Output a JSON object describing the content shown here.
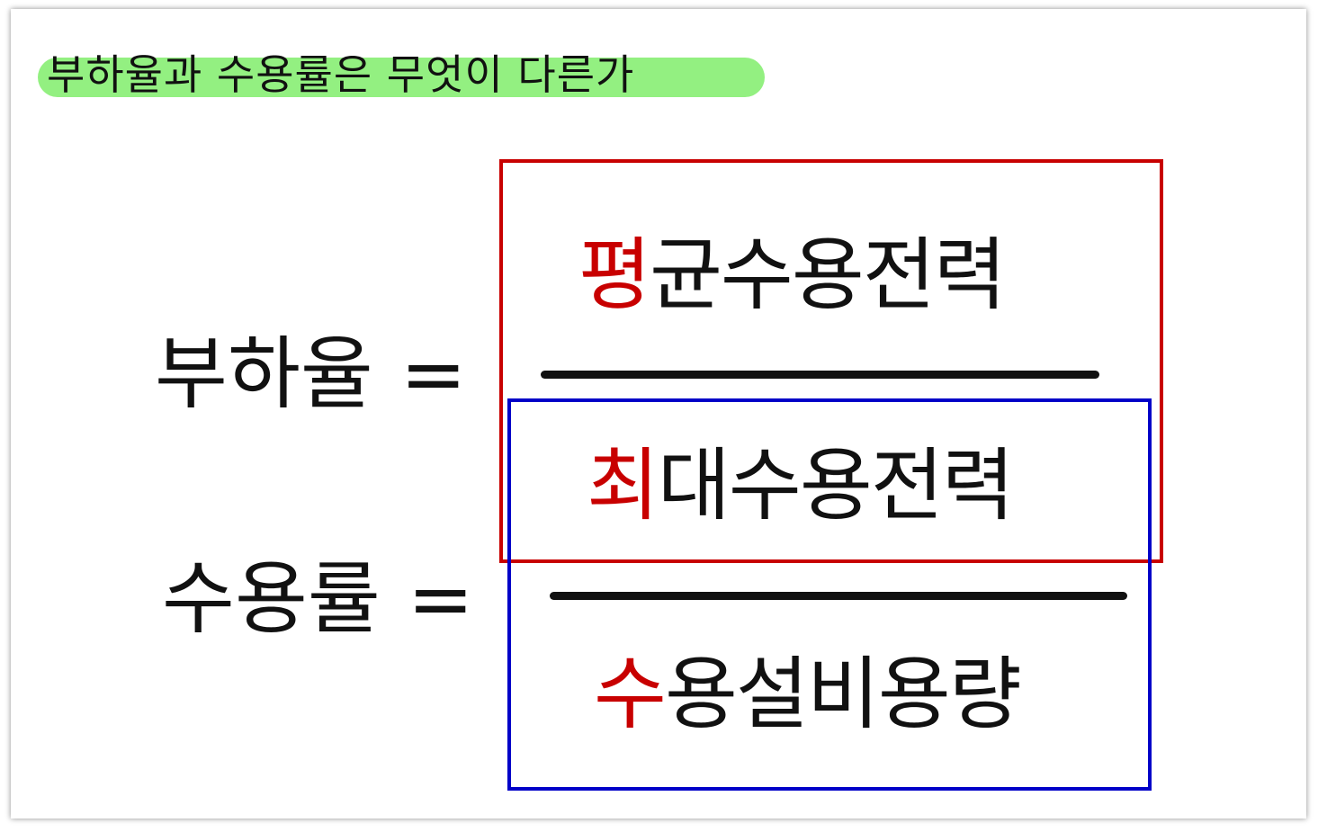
{
  "title": "부하율과 수용률은 무엇이 다른가",
  "colors": {
    "highlight": "#93f081",
    "red": "#c80000",
    "blue": "#0000c8",
    "line": "#111111"
  },
  "load_factor": {
    "label": "부하율",
    "equals": "="
  },
  "demand_factor": {
    "label": "수용률",
    "equals": "="
  },
  "terms": {
    "average_demand": {
      "first": "평",
      "rest": "균수용전력"
    },
    "max_demand": {
      "first": "최",
      "rest": "대수용전력"
    },
    "installed_capacity": {
      "first": "수",
      "rest": "용설비용량"
    }
  }
}
